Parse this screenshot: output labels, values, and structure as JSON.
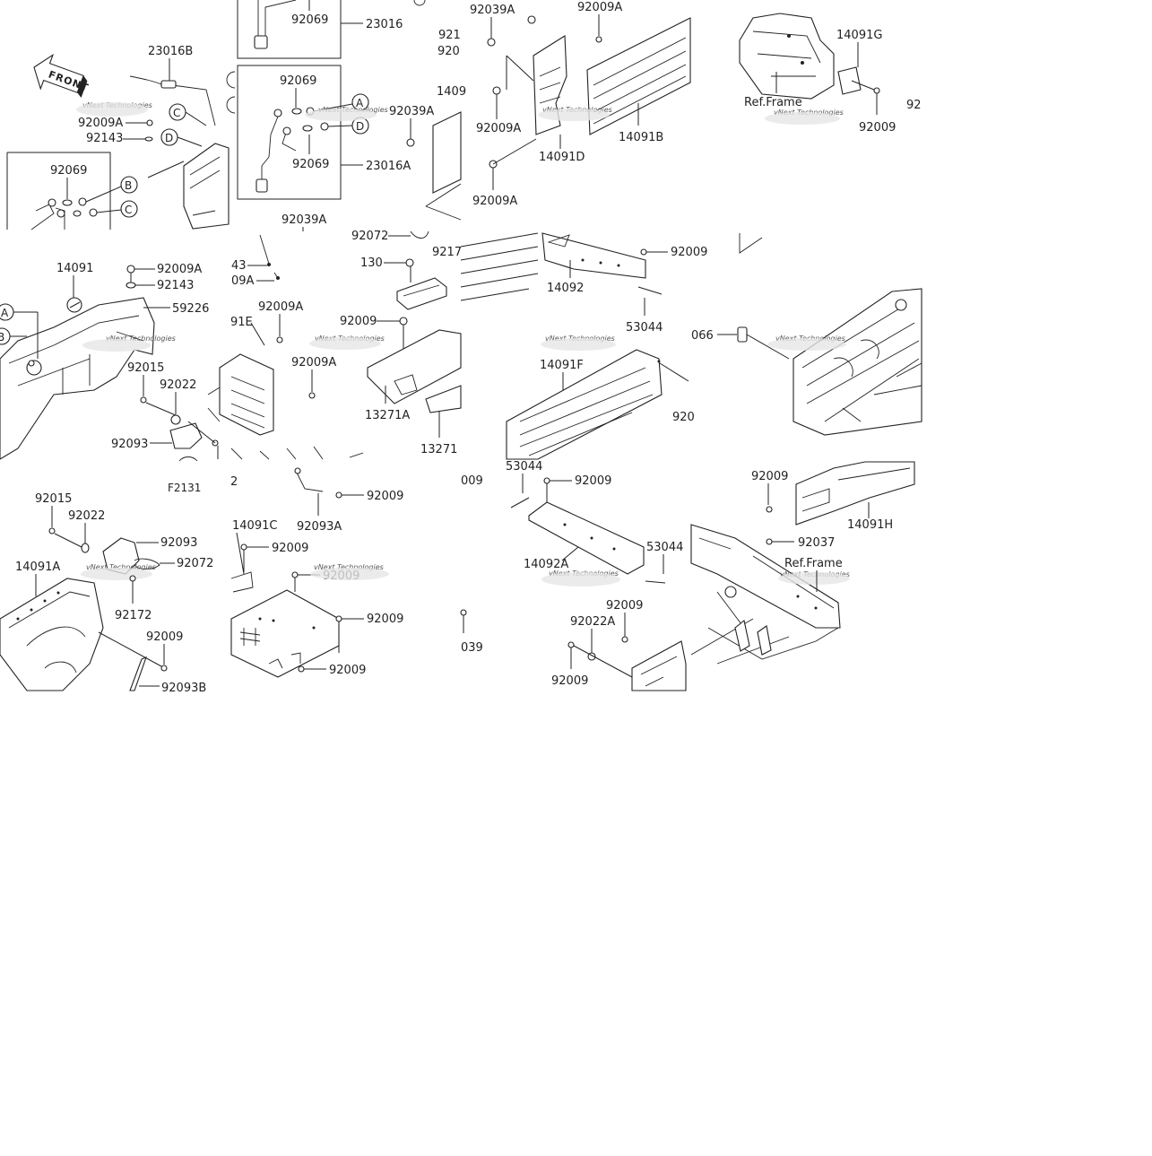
{
  "diagram": {
    "figure_code": "F2131",
    "front_badge": "FRONT",
    "watermark": "vNext Technologies",
    "ref_frame": "Ref.Frame",
    "callouts": [
      "A",
      "B",
      "C",
      "D"
    ],
    "tiles": {
      "t1": [
        "23016B",
        "92009A",
        "92143",
        "92069",
        "C",
        "D",
        "B",
        "C"
      ],
      "t2": [
        "92069",
        "23016",
        "92069",
        "92069",
        "23016A",
        "A",
        "D"
      ],
      "t3": [
        "92039A",
        "92009A",
        "921",
        "920",
        "92039A",
        "1409",
        "92009A",
        "14091D",
        "92009A",
        "14091B"
      ],
      "t4": [
        "14091G",
        "Ref.Frame",
        "92",
        "92009"
      ],
      "t5": [
        "14091",
        "92009A",
        "92143",
        "59226",
        "A",
        "B",
        "92015",
        "92022",
        "92093"
      ],
      "t6": [
        "92039A",
        "92072",
        "43",
        "130",
        "09A",
        "92009A",
        "92009",
        "91E",
        "92009A",
        "13271A",
        "13271",
        "9217"
      ],
      "t7": [
        "92009",
        "14092",
        "53044",
        "14091F",
        "920"
      ],
      "t8": [
        "066"
      ],
      "t9": [
        "92015",
        "92022",
        "92093",
        "14091A",
        "92072",
        "92172",
        "92009",
        "92093B"
      ],
      "t10": [
        "2",
        "92009",
        "14091C",
        "92093A",
        "92009",
        "92009",
        "92009",
        "92009"
      ],
      "t11": [
        "009",
        "53044",
        "92009",
        "14092A",
        "53044",
        "039",
        "92009",
        "92022A",
        "92009"
      ],
      "t12": [
        "92009",
        "14091H",
        "92037",
        "Ref.Frame"
      ]
    }
  }
}
